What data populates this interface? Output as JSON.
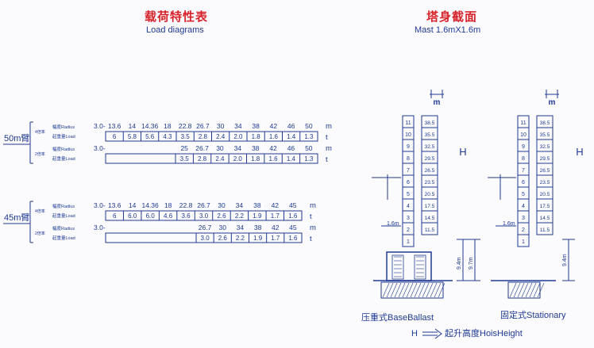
{
  "load_section": {
    "title": "载荷特性表",
    "subtitle": "Load diagrams",
    "boom_50": {
      "label": "50m臂",
      "four_fall": {
        "fall_label": "4倍率",
        "radius_label": "幅度Radius",
        "load_label": "起重量Load",
        "radius_start": "3.0",
        "radius": [
          "13.6",
          "14",
          "14.36",
          "18",
          "22.8",
          "26.7",
          "30",
          "34",
          "38",
          "42",
          "46",
          "50"
        ],
        "loads": [
          "6",
          "5.8",
          "5.6",
          "4.3",
          "3.5",
          "2.8",
          "2.4",
          "2.0",
          "1.8",
          "1.6",
          "1.4",
          "1.3"
        ],
        "unit_m": "m",
        "unit_t": "t"
      },
      "two_fall": {
        "fall_label": "2倍率",
        "radius_label": "幅度Radius",
        "load_label": "起重量Load",
        "radius_start": "3.0",
        "radius": [
          "25",
          "26.7",
          "30",
          "34",
          "38",
          "42",
          "46",
          "50"
        ],
        "loads": [
          "3.5",
          "2.8",
          "2.4",
          "2.0",
          "1.8",
          "1.6",
          "1.4",
          "1.3"
        ],
        "unit_m": "m",
        "unit_t": "t"
      }
    },
    "boom_45": {
      "label": "45m臂",
      "four_fall": {
        "fall_label": "4倍率",
        "radius_label": "幅度Radius",
        "load_label": "起重量Load",
        "radius_start": "3.0",
        "radius": [
          "13.6",
          "14",
          "14.36",
          "18",
          "22.8",
          "26.7",
          "30",
          "34",
          "38",
          "42",
          "45"
        ],
        "loads": [
          "6",
          "6.0",
          "6.0",
          "4.6",
          "3.6",
          "3.0",
          "2.6",
          "2.2",
          "1.9",
          "1.7",
          "1.6"
        ],
        "unit_m": "m",
        "unit_t": "t"
      },
      "two_fall": {
        "fall_label": "2倍率",
        "radius_label": "幅度Radius",
        "load_label": "起重量Load",
        "radius_start": "3.0",
        "radius": [
          "26.7",
          "30",
          "34",
          "38",
          "42",
          "45"
        ],
        "loads": [
          "3.0",
          "2.6",
          "2.2",
          "1.9",
          "1.7",
          "1.6"
        ],
        "unit_m": "m",
        "unit_t": "t"
      }
    }
  },
  "mast_section": {
    "title": "塔身截面",
    "subtitle": "Mast 1.6mX1.6m",
    "top_label": "m",
    "height_symbol": "H",
    "section_numbers": [
      "11",
      "10",
      "9",
      "8",
      "7",
      "6",
      "5",
      "4",
      "3",
      "2",
      "1"
    ],
    "heights": [
      "38.5",
      "35.5",
      "32.5",
      "29.5",
      "26.5",
      "23.5",
      "20.5",
      "17.5",
      "14.5",
      "11.5"
    ],
    "side_dim": "1.6m",
    "ballast_dims": [
      "9.4m",
      "9.7m"
    ],
    "stationary_dim": "9.4m",
    "ballast_caption": "压重式BaseBallast",
    "stationary_caption": "固定式Stationary",
    "legend_h": "H",
    "legend_text": "起升高度HoisHeight"
  }
}
